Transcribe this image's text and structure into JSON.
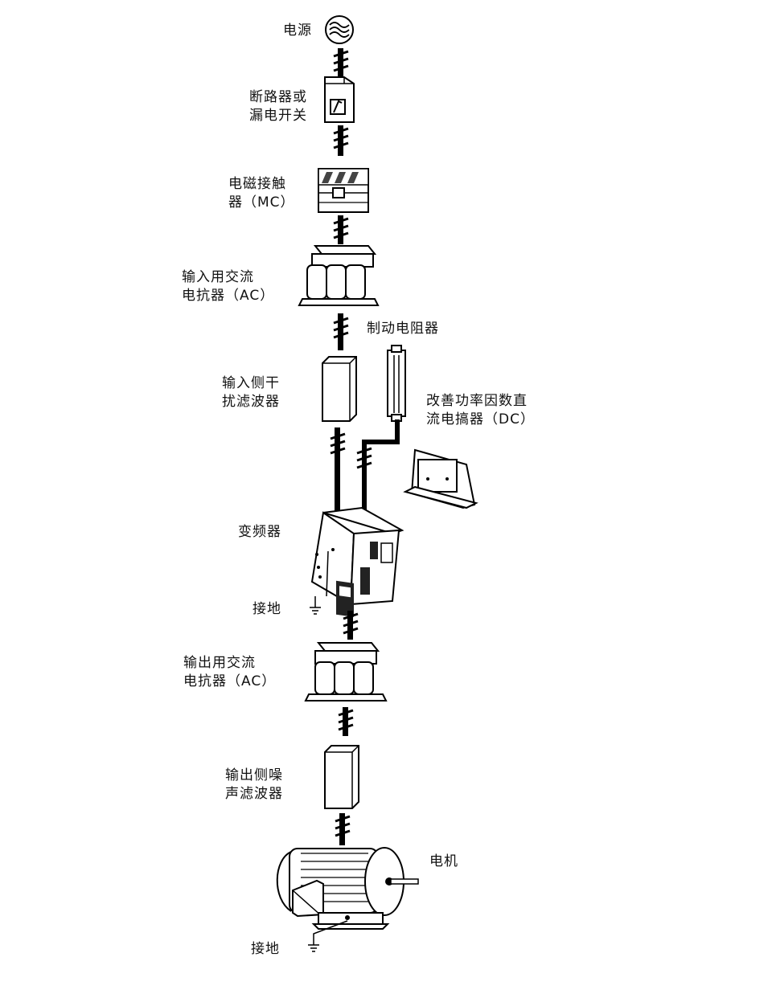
{
  "labels": {
    "power_source": [
      "电源"
    ],
    "breaker": [
      "断路器或",
      "漏电开关"
    ],
    "contactor": [
      "电磁接触",
      "器（MC）"
    ],
    "input_ac_reactor": [
      "输入用交流",
      "电抗器（AC）"
    ],
    "braking_resistor": [
      "制动电阻器"
    ],
    "input_filter": [
      "输入侧干",
      "扰滤波器"
    ],
    "dc_reactor": [
      "改善功率因数直",
      "流电搞器（DC）"
    ],
    "inverter": [
      "变频器"
    ],
    "ground_inverter": [
      "接地"
    ],
    "output_ac_reactor": [
      "输出用交流",
      "电抗器（AC）"
    ],
    "output_noise_filter": [
      "输出侧噪",
      "声滤波器"
    ],
    "motor": [
      "电机"
    ],
    "ground_motor": [
      "接地"
    ]
  },
  "colors": {
    "ink": "#111111",
    "background": "#ffffff",
    "cable": "#000000"
  },
  "icons": {
    "power_source": "ac-source-icon",
    "breaker": "breaker-icon",
    "contactor": "contactor-icon",
    "reactor": "reactor-icon",
    "filter": "filter-box-icon",
    "resistor": "resistor-icon",
    "dc_reactor": "dc-reactor-icon",
    "inverter": "inverter-icon",
    "motor": "motor-icon",
    "ground": "ground-icon"
  }
}
